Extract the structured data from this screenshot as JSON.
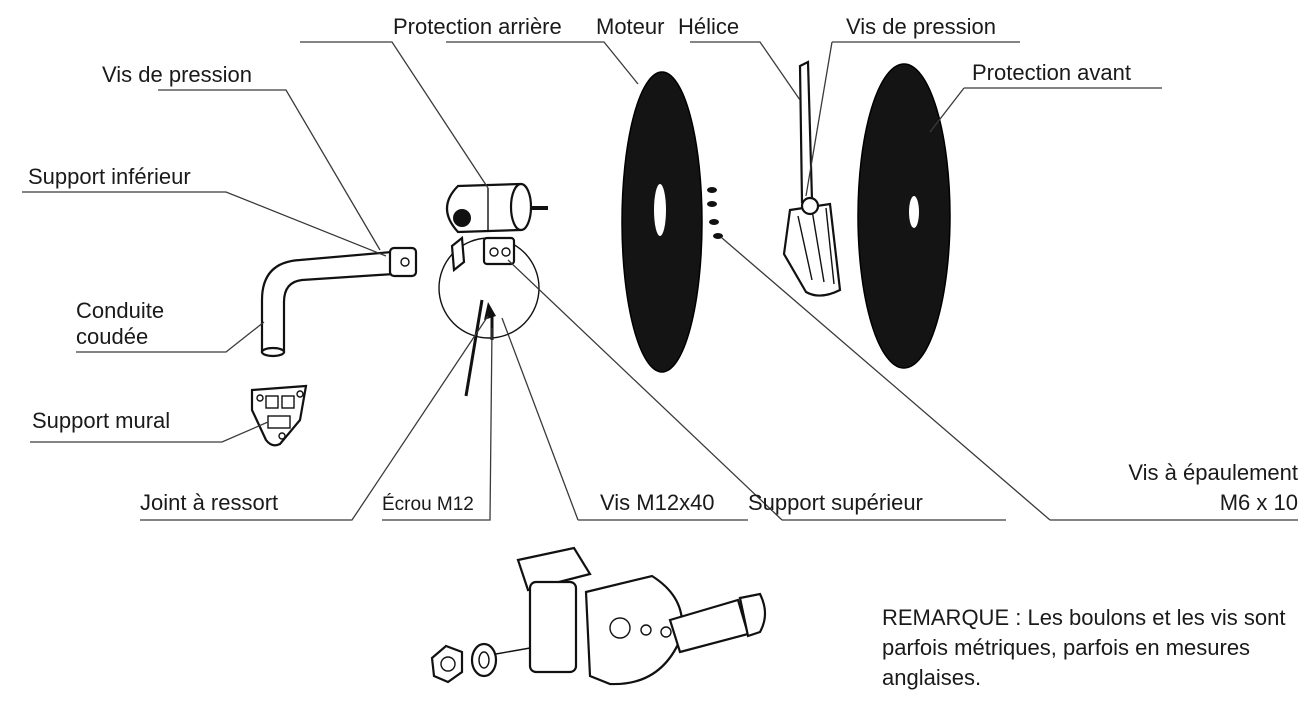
{
  "labels": {
    "rear_guard": "Protection arrière",
    "motor": "Moteur",
    "propeller": "Hélice",
    "pressure_screw_top": "Vis de pression",
    "pressure_screw_left": "Vis de pression",
    "front_guard": "Protection avant",
    "lower_support": "Support inférieur",
    "elbow_conduit_line1": "Conduite",
    "elbow_conduit_line2": "coudée",
    "wall_bracket": "Support mural",
    "spring_joint": "Joint à ressort",
    "nut_m12": "Écrou M12",
    "screw_m12x40": "Vis M12x40",
    "upper_support": "Support supérieur",
    "shoulder_screw_line1": "Vis à épaulement",
    "shoulder_screw_line2": "M6 x 10"
  },
  "note": "REMARQUE : Les boulons et les vis sont parfois métriques, parfois en mesures anglaises."
}
